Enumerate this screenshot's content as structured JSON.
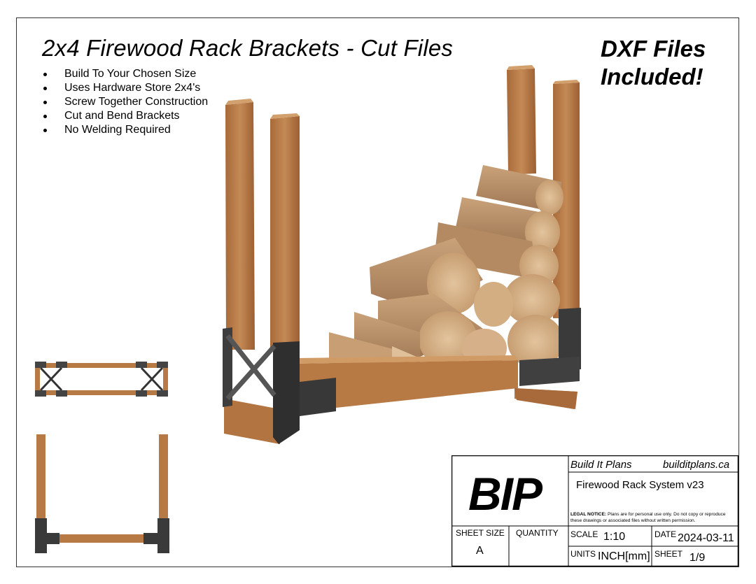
{
  "header": {
    "title": "2x4 Firewood Rack Brackets - Cut Files",
    "badge_line1": "DXF Files",
    "badge_line2": "Included!"
  },
  "features": [
    "Build To Your Chosen Size",
    "Uses Hardware Store 2x4's",
    "Screw Together Construction",
    "Cut and Bend Brackets",
    "No Welding Required"
  ],
  "title_block": {
    "logo": "BIP",
    "company": "Build It Plans",
    "website": "builditplans.ca",
    "project": "Firewood Rack System v23",
    "legal_label": "LEGAL NOTICE:",
    "legal_text": "Plans are for personal use only. Do not copy or reproduce these drawings or associated files without written permission.",
    "sheet_size_label": "SHEET SIZE",
    "sheet_size": "A",
    "quantity_label": "QUANTITY",
    "quantity": "",
    "scale_label": "SCALE",
    "scale": "1:10",
    "date_label": "DATE",
    "date": "2024-03-11",
    "units_label": "UNITS",
    "units": "INCH[mm]",
    "sheet_label": "SHEET",
    "sheet": "1/9"
  },
  "colors": {
    "wood_light": "#c48a55",
    "wood_dark": "#a86a3a",
    "bracket": "#3a3a3a",
    "log_end": "#d9b48a",
    "border": "#333333"
  }
}
